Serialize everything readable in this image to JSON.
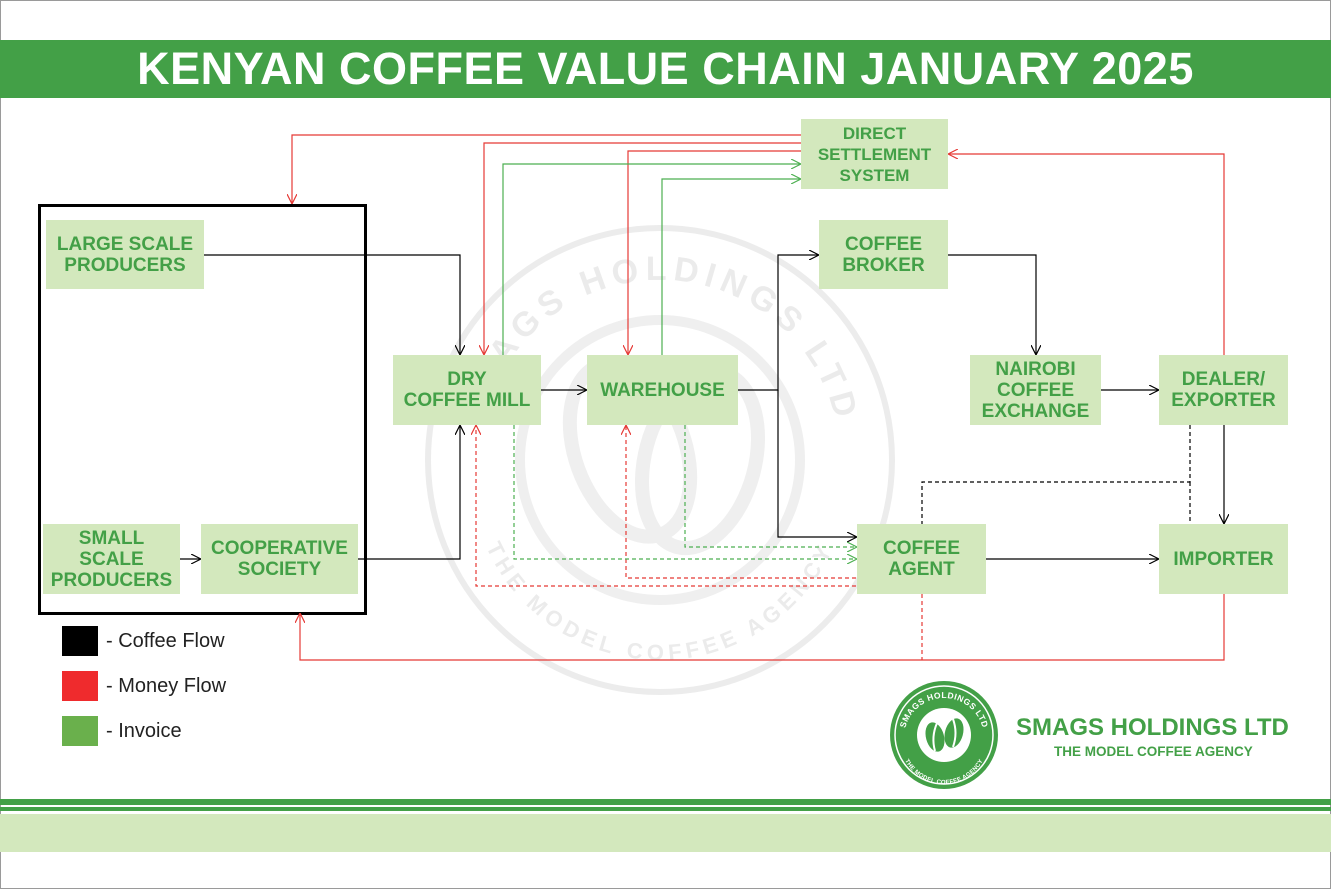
{
  "title": "KENYAN COFFEE VALUE CHAIN JANUARY 2025",
  "nodes": {
    "large_scale_producers": "LARGE SCALE\nPRODUCERS",
    "small_scale_producers": "SMALL\nSCALE\nPRODUCERS",
    "cooperative_society": "COOPERATIVE\nSOCIETY",
    "dry_coffee_mill": "DRY\nCOFFEE MILL",
    "warehouse": "WAREHOUSE",
    "direct_settlement_system": "DIRECT\nSETTLEMENT\nSYSTEM",
    "coffee_broker": "COFFEE\nBROKER",
    "nairobi_coffee_exchange": "NAIROBI\nCOFFEE\nEXCHANGE",
    "dealer_exporter": "DEALER/\nEXPORTER",
    "coffee_agent": "COFFEE\nAGENT",
    "importer": "IMPORTER"
  },
  "legend": [
    {
      "label": "- Coffee Flow",
      "color": "#000000"
    },
    {
      "label": "- Money Flow",
      "color": "#ef2b2d"
    },
    {
      "label": "- Invoice",
      "color": "#6ab04c"
    }
  ],
  "colors": {
    "brand_green": "#43a047",
    "node_fill": "#d3e8bd",
    "coffee_flow": "#000000",
    "money_flow": "#e53935",
    "invoice": "#4caf50"
  },
  "watermark": {
    "top_text": "SMAGS HOLDINGS LTD",
    "bottom_text": "THE MODEL COFFEE AGENCY"
  },
  "brand": {
    "name": "SMAGS HOLDINGS LTD",
    "tagline": "THE MODEL COFFEE AGENCY",
    "logo_top_text": "SMAGS HOLDINGS LTD",
    "logo_bottom_text": "THE MODEL COFFEE AGENCY",
    "logo_icon": "coffee-bean-icon"
  }
}
